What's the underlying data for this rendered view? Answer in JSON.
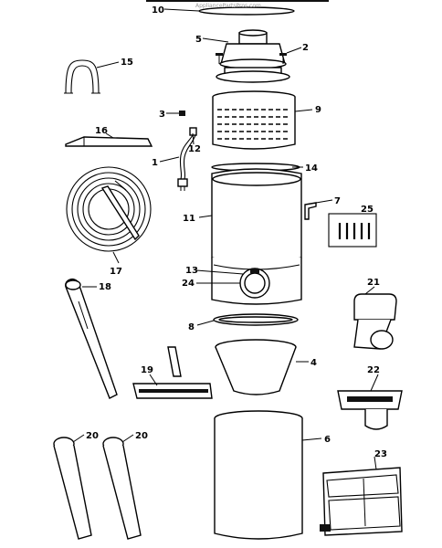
{
  "watermark": "AppliancePartsPros.com",
  "callouts": [
    {
      "id": "10",
      "text": "10"
    },
    {
      "id": "5",
      "text": "5"
    },
    {
      "id": "2",
      "text": "2"
    },
    {
      "id": "15",
      "text": "15"
    },
    {
      "id": "3",
      "text": "3"
    },
    {
      "id": "9",
      "text": "9"
    },
    {
      "id": "16",
      "text": "16"
    },
    {
      "id": "12",
      "text": "12"
    },
    {
      "id": "1",
      "text": "1"
    },
    {
      "id": "14",
      "text": "14"
    },
    {
      "id": "7",
      "text": "7"
    },
    {
      "id": "25",
      "text": "25"
    },
    {
      "id": "11",
      "text": "11"
    },
    {
      "id": "17",
      "text": "17"
    },
    {
      "id": "13",
      "text": "13"
    },
    {
      "id": "24",
      "text": "24"
    },
    {
      "id": "18",
      "text": "18"
    },
    {
      "id": "21",
      "text": "21"
    },
    {
      "id": "8",
      "text": "8"
    },
    {
      "id": "19",
      "text": "19"
    },
    {
      "id": "4",
      "text": "4"
    },
    {
      "id": "22",
      "text": "22"
    },
    {
      "id": "6",
      "text": "6"
    },
    {
      "id": "20a",
      "text": "20"
    },
    {
      "id": "20b",
      "text": "20"
    },
    {
      "id": "23",
      "text": "23"
    }
  ]
}
